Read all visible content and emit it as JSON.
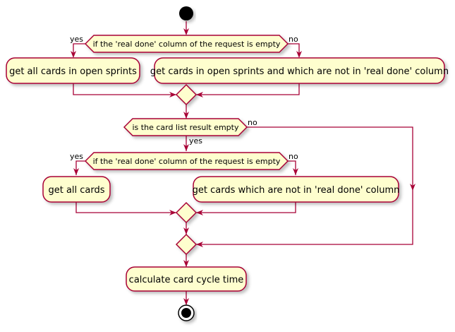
{
  "decisions": {
    "d1": {
      "condition": "if the 'real done' column of the request is empty",
      "yes": "yes",
      "no": "no"
    },
    "d2": {
      "condition": "is the card list result empty",
      "yes": "yes",
      "no": "no"
    },
    "d3": {
      "condition": "if the 'real done' column of the request is empty",
      "yes": "yes",
      "no": "no"
    }
  },
  "activities": {
    "a1": "get all cards in open sprints",
    "a2": "get cards in open sprints and which are not in 'real done' column",
    "a3": "get all cards",
    "a4": "get cards which are not in 'real done' column",
    "a5": "calculate card cycle time"
  }
}
